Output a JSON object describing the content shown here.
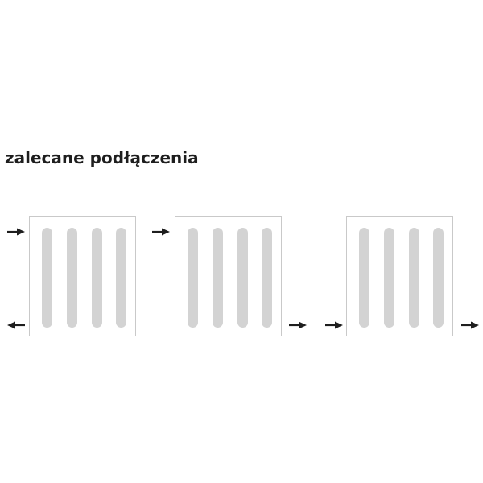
{
  "title": "zalecane podłączenia",
  "diagrams": [
    {
      "inlet": "top-left",
      "outlet": "bottom-left"
    },
    {
      "inlet": "top-left",
      "outlet": "bottom-right"
    },
    {
      "inlet": "bottom-left",
      "outlet": "bottom-right"
    }
  ],
  "colors": {
    "panel_border": "#c9c9c9",
    "bar": "#d3d3d3",
    "arrow": "#1e1e1e",
    "text": "#1e1e1e"
  },
  "icons": {
    "arrow_in": "arrow-right-icon",
    "arrow_out": "arrow-left-icon"
  }
}
